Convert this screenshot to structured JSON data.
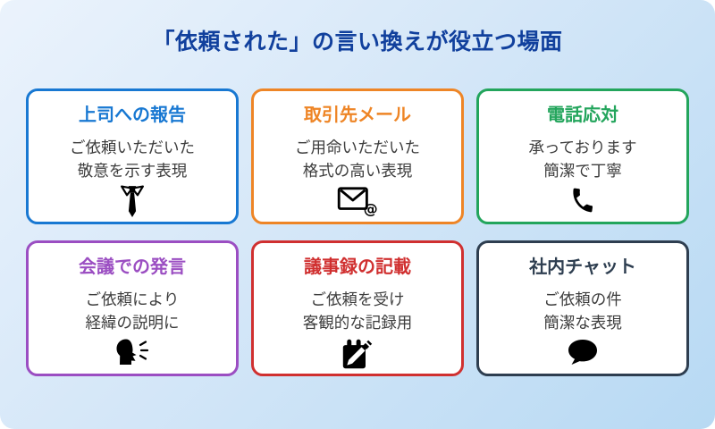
{
  "header": {
    "title": "「依頼された」の言い換えが役立つ場面"
  },
  "cards": [
    {
      "title": "上司への報告",
      "description_line1": "ご依頼いただいた",
      "description_line2": "敬意を示す表現",
      "icon": "necktie-icon",
      "accent": "#1878d2"
    },
    {
      "title": "取引先メール",
      "description_line1": "ご用命いただいた",
      "description_line2": "格式の高い表現",
      "icon": "email-at-icon",
      "accent": "#ee8526"
    },
    {
      "title": "電話応対",
      "description_line1": "承っております",
      "description_line2": "簡潔で丁寧",
      "icon": "phone-handset-icon",
      "accent": "#23a55c"
    },
    {
      "title": "会議での発言",
      "description_line1": "ご依頼により",
      "description_line2": "経緯の説明に",
      "icon": "speaking-head-icon",
      "accent": "#9b4ec2"
    },
    {
      "title": "議事録の記載",
      "description_line1": "ご依頼を受け",
      "description_line2": "客観的な記録用",
      "icon": "memo-pen-icon",
      "accent": "#d03030"
    },
    {
      "title": "社内チャット",
      "description_line1": "ご依頼の件",
      "description_line2": "簡潔な表現",
      "icon": "speech-bubble-icon",
      "accent": "#2e3e50"
    }
  ],
  "colors": {
    "page_gradient_start": "#ebf3fc",
    "page_gradient_end": "#b7d9f3",
    "title": "#11409d",
    "body_text": "#3d3d3d",
    "card_background": "#ffffff",
    "icon_color": "#000000"
  }
}
